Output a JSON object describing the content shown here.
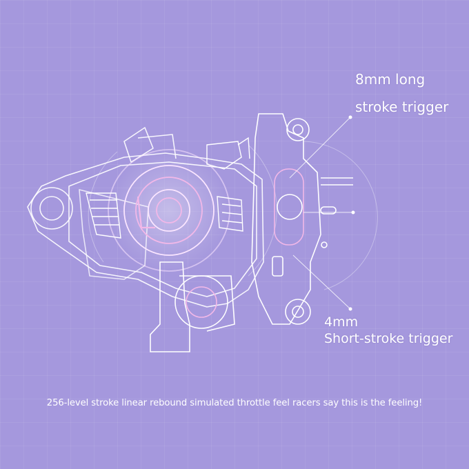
{
  "labels": {
    "long_stroke": {
      "line1": "8mm long",
      "line2": "stroke trigger"
    },
    "short_stroke": {
      "line1": "4mm",
      "line2": "Short-stroke trigger"
    }
  },
  "caption": "256-level stroke linear rebound simulated throttle feel racers say this is the feeling!",
  "colors": {
    "background": "#a598dd",
    "line_art": "#ffffff",
    "accent_pink": "#f2b8e8"
  },
  "icons": {
    "mechanism": "trigger-mechanism-blueprint"
  }
}
